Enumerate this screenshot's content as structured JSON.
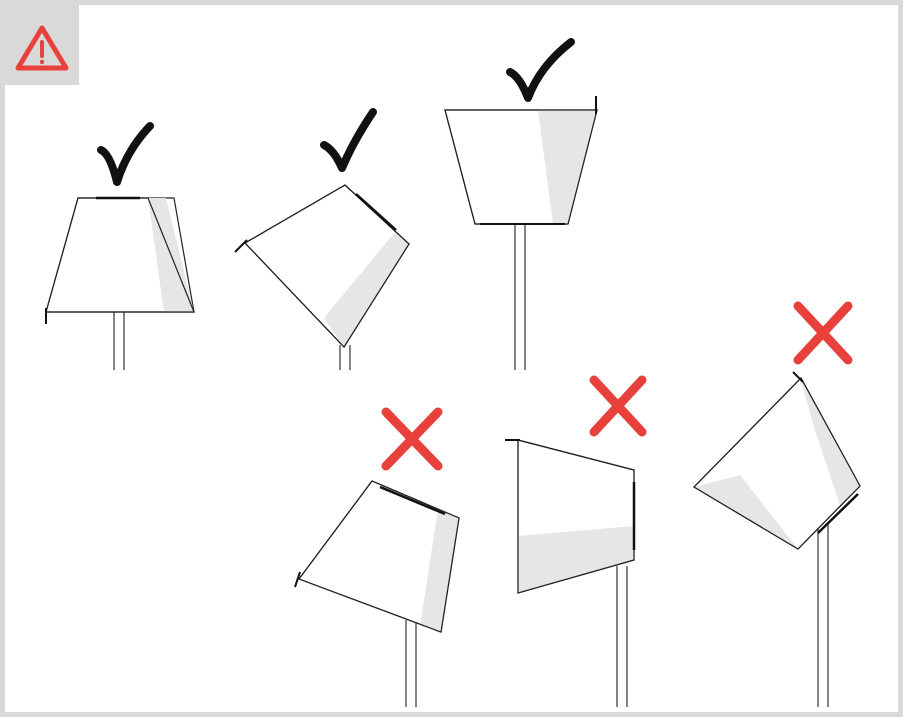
{
  "colors": {
    "frame": "#d9d9da",
    "warning": "#e8413c",
    "ok_mark": "#111111",
    "bad_mark": "#e8413c",
    "shade": "#e6e6e8"
  },
  "icons": {
    "warning": "warning-triangle-icon",
    "correct": "checkmark-icon",
    "incorrect": "cross-icon"
  },
  "examples": [
    {
      "orientation": "upright",
      "status": "correct"
    },
    {
      "orientation": "tilted",
      "status": "correct"
    },
    {
      "orientation": "inverted",
      "status": "correct"
    },
    {
      "orientation": "tilted-down",
      "status": "incorrect"
    },
    {
      "orientation": "sideways",
      "status": "incorrect"
    },
    {
      "orientation": "tilted-up",
      "status": "incorrect"
    }
  ]
}
